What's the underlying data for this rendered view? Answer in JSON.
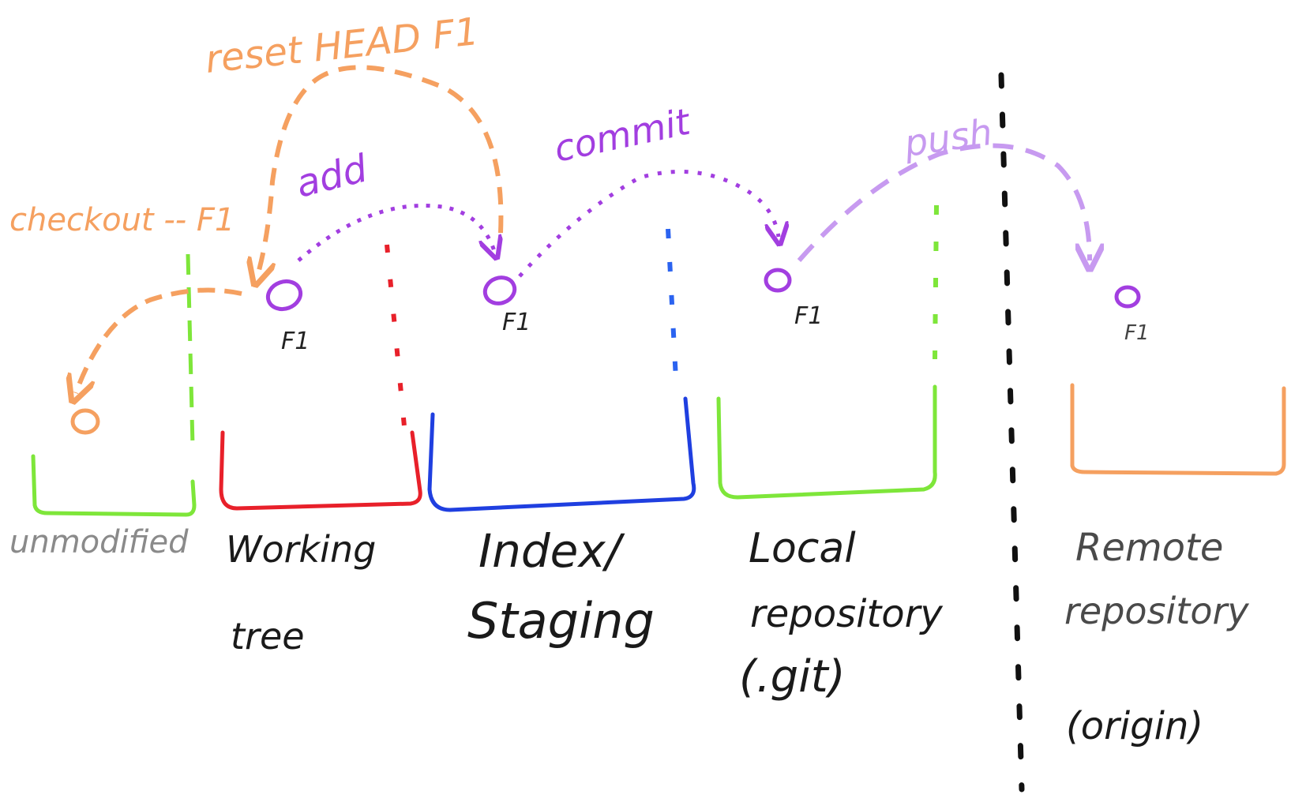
{
  "areas": [
    {
      "id": "unmodified",
      "line1": "unmodified",
      "line2": "",
      "line3": "",
      "color": "#7ee63a",
      "text_color": "#8a8a8a"
    },
    {
      "id": "working",
      "line1": "Working",
      "line2": "tree",
      "line3": "",
      "color": "#e8202a",
      "text_color": "#1a1a1a"
    },
    {
      "id": "index",
      "line1": "Index/",
      "line2": "Staging",
      "line3": "",
      "color": "#1f3fe0",
      "text_color": "#1a1a1a"
    },
    {
      "id": "local",
      "line1": "Local",
      "line2": "repository",
      "line3": "(.git)",
      "color": "#7ee63a",
      "text_color": "#1a1a1a"
    },
    {
      "id": "remote",
      "line1": "Remote",
      "line2": "repository",
      "line3": "(origin)",
      "color": "#f5a060",
      "text_color": "#1a1a1a"
    }
  ],
  "file_markers": [
    {
      "area": "working",
      "label": "F1",
      "color": "#a23ee0"
    },
    {
      "area": "index",
      "label": "F1",
      "color": "#a23ee0"
    },
    {
      "area": "local",
      "label": "F1",
      "color": "#a23ee0"
    },
    {
      "area": "remote",
      "label": "F1",
      "color": "#a23ee0"
    },
    {
      "area": "unmodified",
      "label": "",
      "color": "#f5a060"
    }
  ],
  "operations": [
    {
      "id": "checkout",
      "label": "checkout -- F1",
      "color": "#f5a060"
    },
    {
      "id": "reset",
      "label": "reset HEAD F1",
      "color": "#f5a060"
    },
    {
      "id": "add",
      "label": "add",
      "color": "#a23ee0"
    },
    {
      "id": "commit",
      "label": "commit",
      "color": "#a23ee0"
    },
    {
      "id": "push",
      "label": "push",
      "color": "#c79af0"
    }
  ],
  "separator_color": "#111111"
}
